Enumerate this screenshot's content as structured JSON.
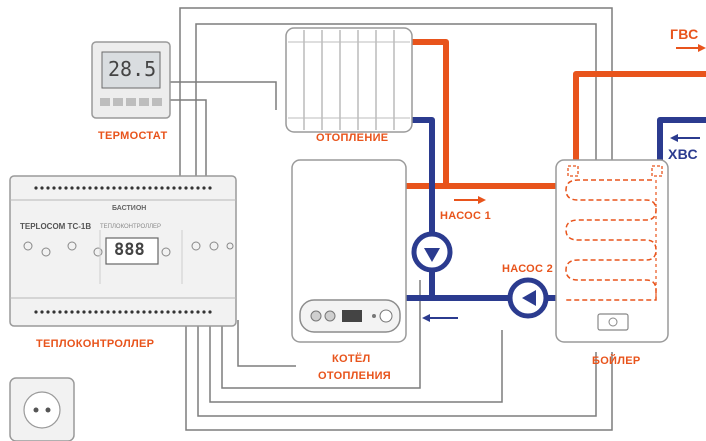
{
  "labels": {
    "thermostat": "ТЕРМОСТАТ",
    "heating": "ОТОПЛЕНИЕ",
    "pump1": "НАСОС 1",
    "pump2": "НАСОС 2",
    "boiler_heating_line1": "КОТЁЛ",
    "boiler_heating_line2": "ОТОПЛЕНИЯ",
    "water_heater": "БОЙЛЕР",
    "controller": "ТЕПЛОКОНТРОЛЛЕР",
    "hot_water": "ГВС",
    "cold_water": "ХВС"
  },
  "thermostat": {
    "temperature": "28.5"
  },
  "controller": {
    "brand": "БАСТИОН",
    "model": "TEPLOCOM ТС-1В",
    "subtitle": "ТЕПЛОКОНТРОЛЛЕР",
    "display": "888"
  },
  "colors": {
    "hot": "#e8541c",
    "cold": "#2b3b8f",
    "wire": "#7d7d7d",
    "label": "#e8541c"
  }
}
